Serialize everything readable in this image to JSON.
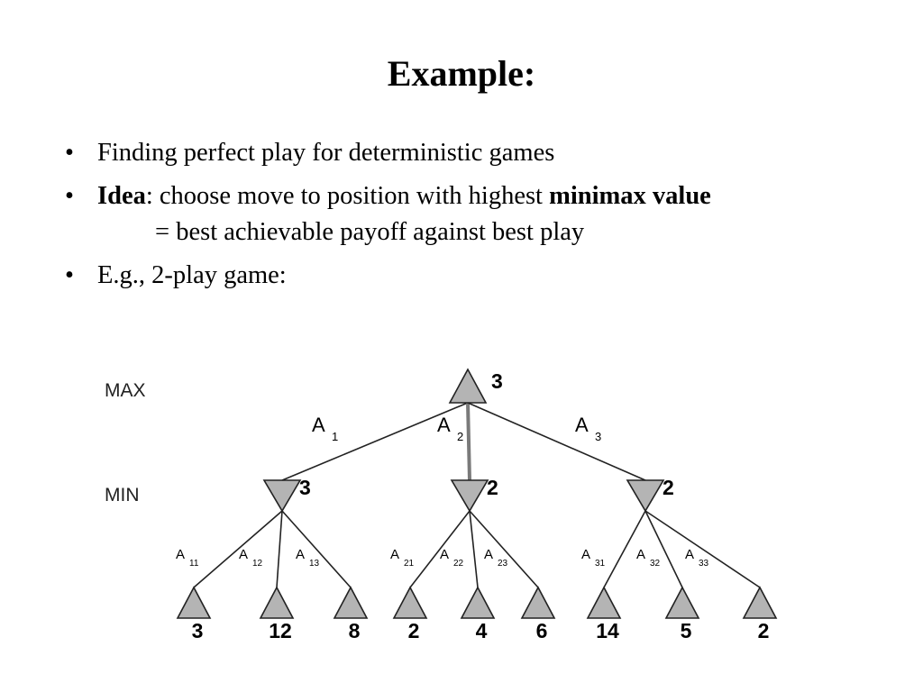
{
  "title": "Example:",
  "bullets": [
    {
      "text": "Finding perfect play for deterministic games"
    },
    {
      "bold1": "Idea",
      "text1": ": choose move to position with highest ",
      "bold2": "minimax value",
      "line2": "= best achievable payoff against best play"
    },
    {
      "text": "E.g., 2-play game:"
    }
  ],
  "bullet_char": "•",
  "tree": {
    "level_labels": {
      "max": "MAX",
      "min": "MIN"
    },
    "root_value": "3",
    "moves": [
      {
        "label": "A",
        "sub": "1"
      },
      {
        "label": "A",
        "sub": "2"
      },
      {
        "label": "A",
        "sub": "3"
      }
    ],
    "min_nodes": [
      {
        "value": "3",
        "moves": [
          {
            "label": "A",
            "sub": "11"
          },
          {
            "label": "A",
            "sub": "12"
          },
          {
            "label": "A",
            "sub": "13"
          }
        ],
        "leaves": [
          "3",
          "12",
          "8"
        ]
      },
      {
        "value": "2",
        "moves": [
          {
            "label": "A",
            "sub": "21"
          },
          {
            "label": "A",
            "sub": "22"
          },
          {
            "label": "A",
            "sub": "23"
          }
        ],
        "leaves": [
          "2",
          "4",
          "6"
        ]
      },
      {
        "value": "2",
        "moves": [
          {
            "label": "A",
            "sub": "31"
          },
          {
            "label": "A",
            "sub": "32"
          },
          {
            "label": "A",
            "sub": "33"
          }
        ],
        "leaves": [
          "14",
          "5",
          "2"
        ]
      }
    ],
    "colors": {
      "node_fill": "#b4b4b4",
      "edge": "#222222",
      "best_edge": "#7a7a7a"
    }
  }
}
